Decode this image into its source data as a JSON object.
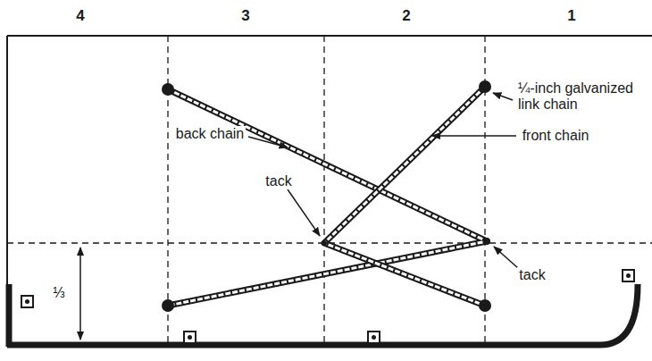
{
  "diagram": {
    "labels": [
      "4",
      "3",
      "2",
      "1",
      "¼-inch galvanized link chain",
      "back chain",
      "front chain",
      "tack",
      "tack",
      "⅓"
    ]
  }
}
